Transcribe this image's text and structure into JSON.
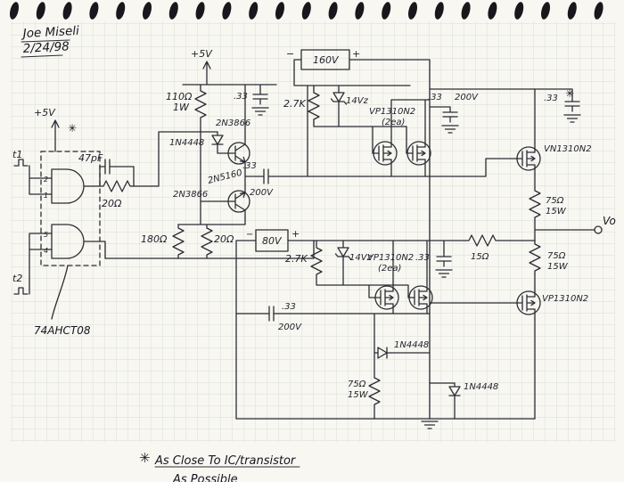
{
  "colors": {
    "paper": "#f8f7f2",
    "grid_line": "#cbd7cb",
    "ink": "#2c2c34",
    "spiral": "#17171c"
  },
  "header": {
    "author": "Joe Miseli",
    "date": "2/24/98"
  },
  "inputs": {
    "t1": "t1",
    "t2": "t2"
  },
  "ic": {
    "part": "74AHCT08",
    "pin1": "1",
    "pin2": "2",
    "pin4": "4",
    "pin5": "5"
  },
  "supplies": {
    "vcc_left": "+5V",
    "vcc_top": "+5V",
    "v160": "160V",
    "v160_minus": "−",
    "v160_plus": "+",
    "v80": "80V",
    "v80_minus": "−",
    "v80_plus": "+"
  },
  "components": {
    "c47": "47pF",
    "r20_in": "20Ω",
    "r110": "110Ω",
    "r110_w": "1W",
    "d1": "1N4448",
    "q_npn_a": "2N3866",
    "q_npn_b": "2N3866",
    "q_pnp": "2N5160",
    "c33_5v": ".33",
    "c33_coup": ".33",
    "c33_coup_v": "200V",
    "r180": "180Ω",
    "r20_em": "20Ω",
    "r27k_top": "2.7K",
    "z14_top": "14Vz",
    "r27k_bot": "2.7K",
    "z14_bot": "14Vz",
    "m_drv_top": "VP1310N2",
    "m_drv_top_qty": "(2ea)",
    "m_drv_bot": "VP1310N2",
    "m_drv_bot_qty": "(2ea)",
    "c33_hv": ".33",
    "c33_hv_v": "200V",
    "c33_out": ".33",
    "c33_gate": ".33",
    "c33_rail": ".33",
    "c33_rail_v": "200V",
    "m_out_n": "VN1310N2",
    "m_out_p": "VP1310N2",
    "r75_top": "75Ω",
    "r75_top_w": "15W",
    "r75_bot": "75Ω",
    "r75_bot_w": "15W",
    "r75_gnd": "75Ω",
    "r75_gnd_w": "15W",
    "r15": "15Ω",
    "d2": "1N4448",
    "d3": "1N4448",
    "vout": "Vo"
  },
  "marks": {
    "star": "✳"
  },
  "footnote": {
    "star": "✳",
    "line1": "As Close To IC/transistor",
    "line2": "As Possible"
  }
}
